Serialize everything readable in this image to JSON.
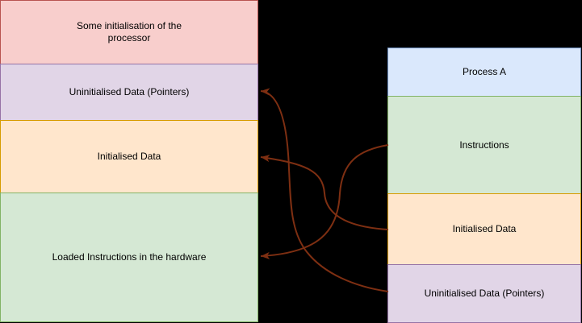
{
  "diagram": {
    "background": "#000000",
    "text_color": "#000000"
  },
  "left_column": {
    "boxes": [
      {
        "label": "Some initialisation of the\nprocessor",
        "fill": "#f8cecc",
        "stroke": "#b85450"
      },
      {
        "label": "Uninitialised Data (Pointers)",
        "fill": "#e1d5e7",
        "stroke": "#9673a6"
      },
      {
        "label": "Initialised Data",
        "fill": "#ffe6cc",
        "stroke": "#d79b00"
      },
      {
        "label": "Loaded Instructions in the hardware",
        "fill": "#d5e8d4",
        "stroke": "#82b366"
      }
    ]
  },
  "right_column": {
    "boxes": [
      {
        "label": "Process A",
        "fill": "#dae8fc",
        "stroke": "#6c8ebf"
      },
      {
        "label": "Instructions",
        "fill": "#d5e8d4",
        "stroke": "#82b366"
      },
      {
        "label": "Initialised Data",
        "fill": "#ffe6cc",
        "stroke": "#d79b00"
      },
      {
        "label": "Uninitialised Data (Pointers)",
        "fill": "#e1d5e7",
        "stroke": "#9673a6"
      }
    ]
  },
  "arrows": {
    "color": "#7e2f12",
    "items": [
      {
        "from": "Instructions",
        "to": "Loaded Instructions in the hardware"
      },
      {
        "from": "Initialised Data",
        "to": "Initialised Data"
      },
      {
        "from": "Uninitialised Data (Pointers)",
        "to": "Uninitialised Data (Pointers)"
      }
    ]
  }
}
